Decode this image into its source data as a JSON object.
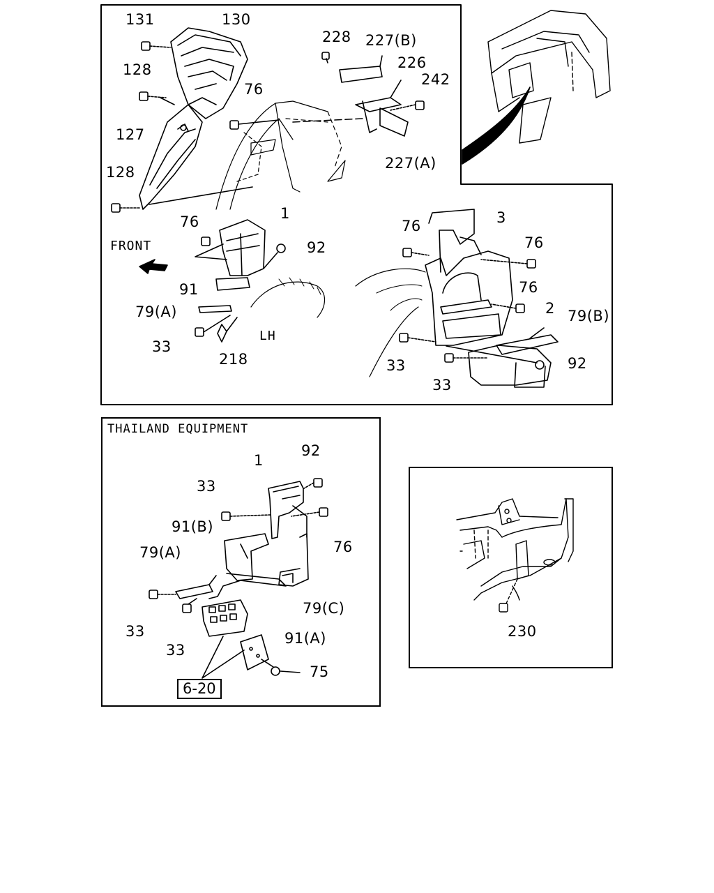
{
  "panels": {
    "main": {
      "labels": [
        "131",
        "130",
        "128",
        "127",
        "128",
        "76",
        "228",
        "227(B)",
        "226",
        "242",
        "227(A)",
        "76",
        "1",
        "92",
        "91",
        "79(A)",
        "33",
        "218",
        "76",
        "3",
        "76",
        "76",
        "2",
        "79(B)",
        "33",
        "33",
        "92"
      ],
      "front_label": "FRONT",
      "side_label": "LH"
    },
    "thailand": {
      "title": "THAILAND EQUIPMENT",
      "labels": [
        "1",
        "92",
        "33",
        "91(B)",
        "76",
        "79(A)",
        "79(C)",
        "33",
        "33",
        "91(A)",
        "75"
      ],
      "ref_box": "6-20"
    },
    "detail": {
      "labels": [
        "230"
      ]
    }
  },
  "colors": {
    "line": "#000000",
    "background": "#ffffff"
  }
}
